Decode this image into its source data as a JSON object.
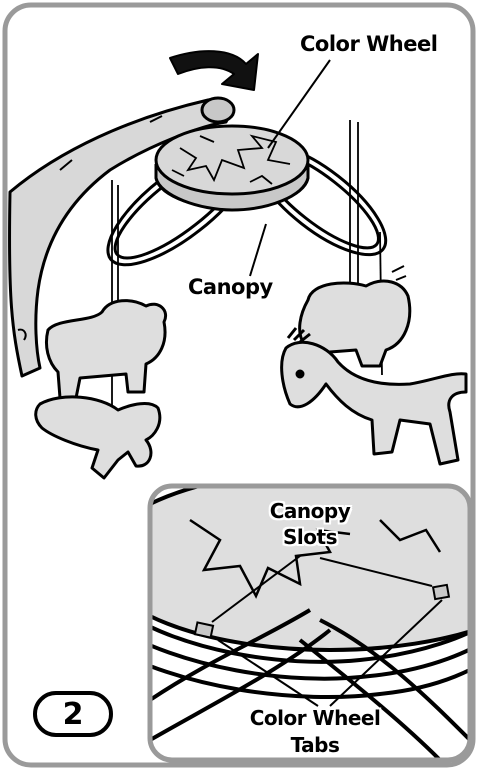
{
  "labels": {
    "color_wheel": "Color Wheel",
    "canopy": "Canopy",
    "canopy_slots_line1": "Canopy",
    "canopy_slots_line2": "Slots",
    "color_wheel_tabs_line1": "Color Wheel",
    "color_wheel_tabs_line2": "Tabs"
  },
  "step": {
    "number": "2"
  },
  "colors": {
    "frame_border": "#9a9a9a",
    "fill_light": "#dedede",
    "fill_mid": "#c8c8c8",
    "ink": "#000000",
    "background": "#ffffff"
  }
}
